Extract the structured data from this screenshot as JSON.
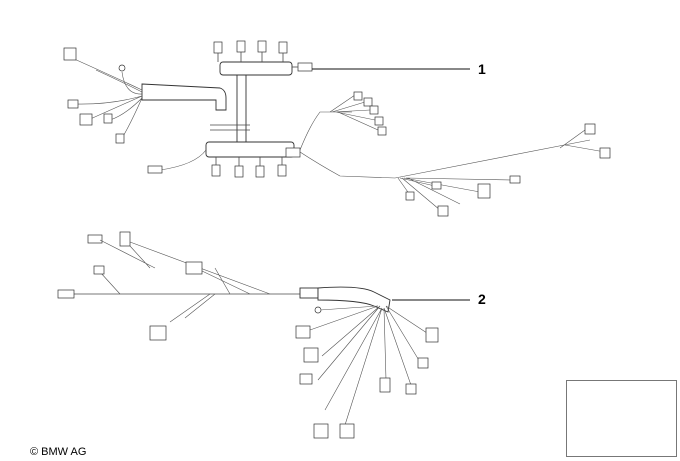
{
  "callouts": [
    {
      "label": "1"
    },
    {
      "label": "2"
    }
  ],
  "copyright": "© BMW AG",
  "locator": {
    "icon": "vehicle-top-view-icon",
    "marker_color": "#000000"
  },
  "colors": {
    "line": "#333333",
    "background": "#ffffff"
  }
}
